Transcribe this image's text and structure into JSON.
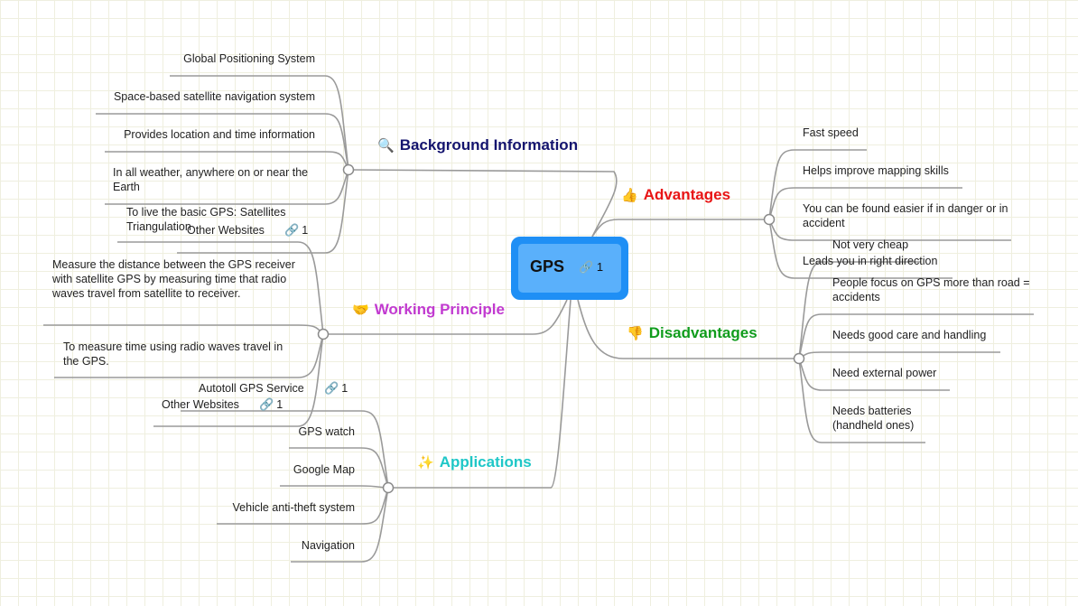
{
  "root": {
    "label": "GPS",
    "link_icon": "link-icon",
    "link_count": "1"
  },
  "colors": {
    "root_border": "#1f8ff5",
    "root_fill": "#5ab0fb",
    "line": "#9a9a9a",
    "background_information": "#14146e",
    "advantages": "#e81414",
    "working_principle": "#c13ad0",
    "disadvantages": "#109c1c",
    "applications": "#1fc7c7"
  },
  "background_information": {
    "icon": "magnifier-icon",
    "emoji": "🔍",
    "label": "Background Information",
    "items": [
      "Global Positioning System",
      "Space-based satellite navigation system",
      "Provides location and time information",
      "In all weather, anywhere on or near the Earth"
    ],
    "extra": {
      "label": "Other Websites",
      "link_count": "1"
    }
  },
  "advantages": {
    "icon": "thumbs-up-icon",
    "emoji": "👍",
    "label": "Advantages",
    "items": [
      "Fast speed",
      "Helps improve mapping skills",
      "You can be found easier if in danger or in accident",
      "Leads you in right direction"
    ]
  },
  "working_principle": {
    "icon": "handshake-icon",
    "emoji": "🤝",
    "label": "Working Principle",
    "items": [
      "To live the basic GPS: Satellites Triangulation",
      "Measure the distance between the GPS receiver with satellite GPS by measuring time that radio waves travel from satellite to receiver.",
      "To measure time using radio waves travel in the GPS."
    ],
    "extra": {
      "label": "Other Websites",
      "link_count": "1"
    }
  },
  "disadvantages": {
    "icon": "thumbs-down-icon",
    "emoji": "👎",
    "label": "Disadvantages",
    "items": [
      "Not very cheap",
      "People focus on GPS more than road = accidents",
      "Needs good care and handling",
      "Need external power",
      "Needs batteries (handheld ones)"
    ]
  },
  "applications": {
    "icon": "sparkles-icon",
    "emoji": "✨",
    "label": "Applications",
    "items": [
      "Autotoll GPS Service",
      "GPS watch",
      "Google Map",
      "Vehicle anti-theft system",
      "Navigation"
    ],
    "autotoll_link_count": "1"
  }
}
